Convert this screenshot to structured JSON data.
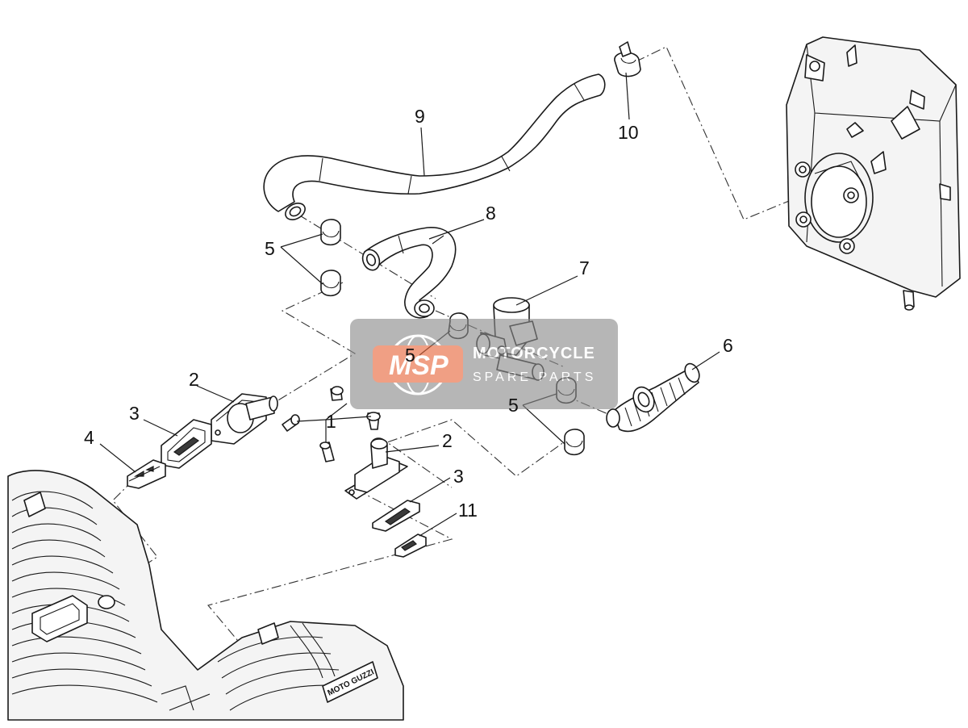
{
  "callouts": {
    "c1": "1",
    "c2a": "2",
    "c2b": "2",
    "c3a": "3",
    "c3b": "3",
    "c4": "4",
    "c5a": "5",
    "c5b": "5",
    "c5c": "5",
    "c6": "6",
    "c7": "7",
    "c8": "8",
    "c9": "9",
    "c10": "10",
    "c11": "11"
  },
  "watermark": {
    "logo": "MSP",
    "line1": "MOTORCYCLE",
    "line2": "SPARE PARTS",
    "badge_color": "#e8663a",
    "box_color": "#8a8a8a"
  },
  "engine_badge": "MOTO GUZZI"
}
